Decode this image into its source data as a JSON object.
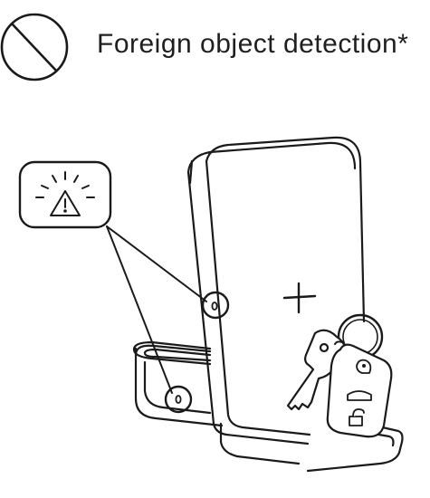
{
  "header": {
    "title": "Foreign object detection*",
    "icon": "prohibited-circle-icon"
  },
  "illustration": {
    "alert_icon": "warning-triangle-icon",
    "center_symbol": "plus-icon",
    "objects": [
      "wireless-charging-stand",
      "paper-clip",
      "car-key-fob",
      "key"
    ]
  },
  "colors": {
    "line": "#1a1a1a",
    "background": "#ffffff"
  }
}
